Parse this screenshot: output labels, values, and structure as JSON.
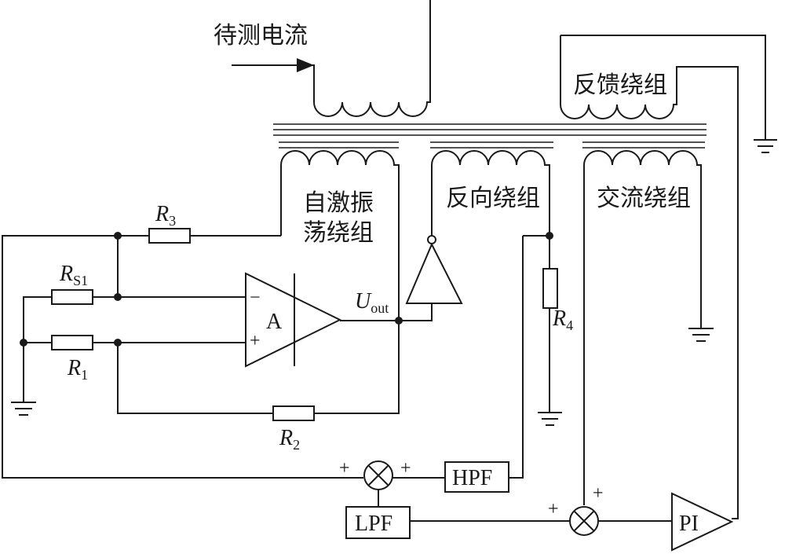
{
  "labels": {
    "current_under_test": "待测电流",
    "feedback_winding": "反馈绕组",
    "self_osc_line1": "自激振",
    "self_osc_line2": "荡绕组",
    "reverse_winding": "反向绕组",
    "ac_winding": "交流绕组"
  },
  "components": {
    "r3": {
      "main": "R",
      "sub": "3"
    },
    "rs1": {
      "main": "R",
      "sub": "S1"
    },
    "r1": {
      "main": "R",
      "sub": "1"
    },
    "r2": {
      "main": "R",
      "sub": "2"
    },
    "r4": {
      "main": "R",
      "sub": "4"
    },
    "uout": {
      "main": "U",
      "sub": "out"
    },
    "opamp": "A",
    "hpf": "HPF",
    "lpf": "LPF",
    "pi": "PI"
  },
  "signs": {
    "opamp_minus": "−",
    "opamp_plus": "+",
    "mult1_left": "+",
    "mult1_right": "+",
    "mult2_left": "+",
    "mult2_top": "+"
  }
}
